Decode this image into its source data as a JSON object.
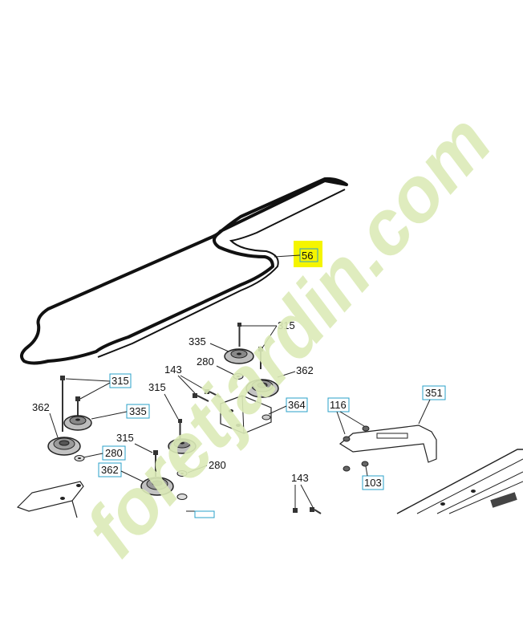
{
  "colors": {
    "belt": "#111111",
    "line": "#222222",
    "box_stroke": "#2aa0c8",
    "highlight": "#f5f500",
    "watermark_green": "#dcebb8",
    "watermark_grey": "#d9d9cf",
    "watermark_orange": "#f4d6a8"
  },
  "watermark": {
    "text": "foretjardin.com"
  },
  "labels": {
    "l56": "56",
    "l315a": "315",
    "l335a": "335",
    "l280a": "280",
    "l362a": "362",
    "l143a": "143",
    "l315b": "315",
    "l364": "364",
    "l315c": "315",
    "l362b": "362",
    "l335b": "335",
    "l315d": "315",
    "l280b": "280",
    "l280c": "280",
    "l362c": "362",
    "l116": "116",
    "l351": "351",
    "l103": "103",
    "l143b": "143"
  },
  "icons": {
    "pulley": "pulley-icon",
    "bolt": "bolt-icon",
    "washer": "washer-icon",
    "nut": "nut-icon",
    "bracket": "bracket-icon",
    "belt": "belt-icon"
  }
}
